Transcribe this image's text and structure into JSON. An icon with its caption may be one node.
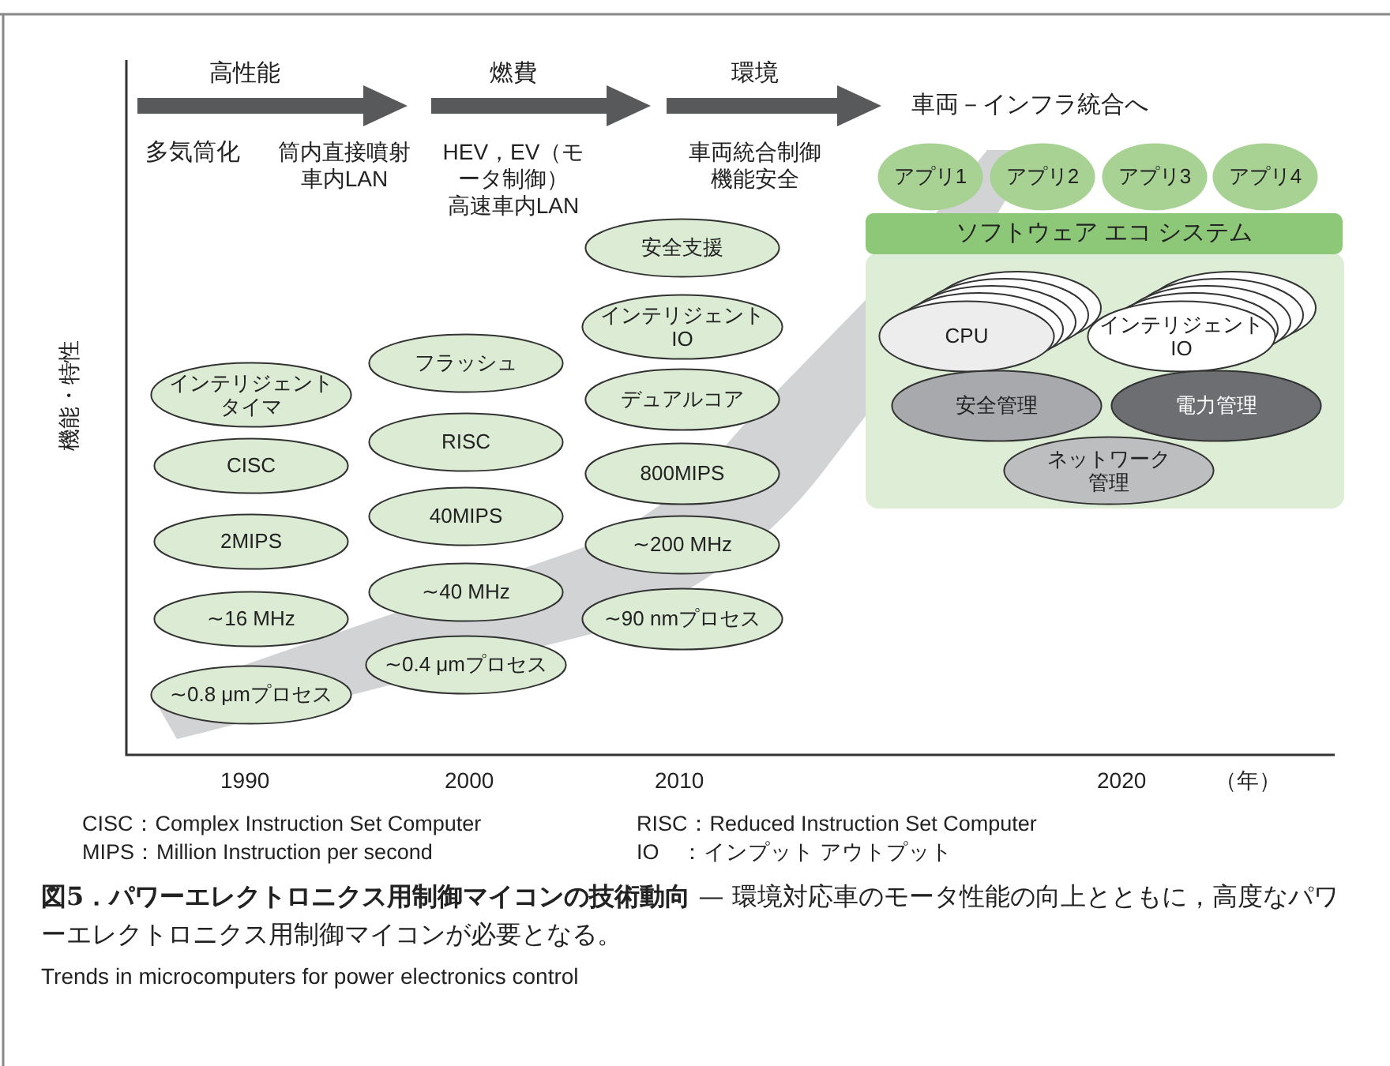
{
  "diagram": {
    "caption": "**図5．パワーエレクトロニクス用制御マイコンの技術動向** — 環境対応車のモータ性能の向上とともに，高度なパワーエレクトロニクス用制御マイコンが必要となる。",
    "nodes": [
      {
        "text": [
          "インテリジェントタイマ"
        ]
      },
      {
        "text": [
          "CISC"
        ]
      },
      {
        "text": [
          "2MIPS"
        ]
      },
      {
        "text": [
          "∼16 MHz"
        ]
      },
      {
        "text": [
          "∼0.8 μmプロセス"
        ]
      },
      {
        "text": [
          "フラッシュ"
        ]
      },
      {
        "text": [
          "RISC"
        ]
      },
      {
        "text": [
          "40MIPS"
        ]
      },
      {
        "text": [
          "∼40 MHz"
        ]
      },
      {
        "text": [
          "∼0.4 μmプロセス"
        ]
      },
      {
        "text": [
          "安全支援"
        ]
      },
      {
        "text": [
          "インテリジェントIO"
        ]
      },
      {
        "text": [
          "デュアルコア"
        ]
      },
      {
        "text": [
          "800MIPS"
        ]
      },
      {
        "text": [
          "∼200 MHz"
        ]
      },
      {
        "text": [
          "∼90 nmプロセス"
        ]
      },
      {
        "text": [
          "アプリ1"
        ]
      },
      {
        "text": [
          "アプリ2"
        ]
      },
      {
        "text": [
          "アプリ3"
        ]
      },
      {
        "text": [
          "アプリ4"
        ]
      },
      {
        "text": [
          "ソフトウェア エコ システム"
        ]
      },
      {
        "text": [
          "CPU"
        ]
      },
      {
        "text": [
          "インテリジェントIO"
        ]
      },
      {
        "text": [
          "安全管理"
        ]
      },
      {
        "text": [
          "電力管理"
        ]
      },
      {
        "text": [
          "ネットワーク管理"
        ]
      }
    ],
    "labels": [
      "高性能",
      "燃費",
      "環境",
      "車両－インフラ統合へ",
      "多気筒化",
      "筒内直接噴射車内LAN",
      "HEV，EV（モータ制御）高速車内LAN",
      "車両統合制御機能安全",
      "機能・特性",
      "1990",
      "2000",
      "2010",
      "2020",
      "（年）",
      "CISC：Complex Instruction Set Computer",
      "RISC：Reduced Instruction Set Computer",
      "MIPS：Million Instruction per second",
      "IO　：インプット アウトプット",
      "Trends in microcomputers for power electronics control"
    ]
  }
}
